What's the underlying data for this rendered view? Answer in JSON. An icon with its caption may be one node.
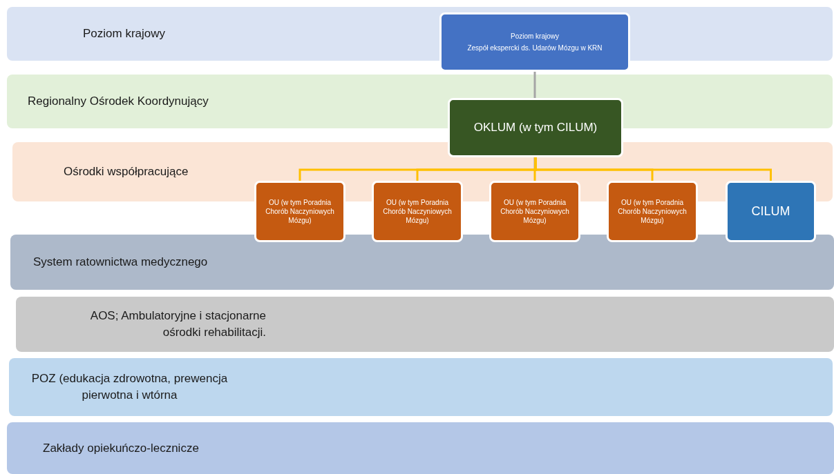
{
  "diagram": {
    "nodes": [
      {
        "text": [
          "Poziom krajowy",
          "Zespół ekspercki ds. Udarów Mózgu w KRN"
        ]
      },
      {
        "text": [
          "OKLUM (w tym CILUM)"
        ]
      },
      {
        "text": [
          "OU (w tym Poradnia Chorób Naczyniowych Mózgu)"
        ]
      },
      {
        "text": [
          "OU (w tym Poradnia Chorób Naczyniowych Mózgu)"
        ]
      },
      {
        "text": [
          "OU (w tym Poradnia Chorób Naczyniowych Mózgu)"
        ]
      },
      {
        "text": [
          "OU (w tym Poradnia Chorób Naczyniowych Mózgu)"
        ]
      },
      {
        "text": [
          "CILUM"
        ]
      }
    ],
    "edges": [
      {
        "from": 0,
        "to": 1,
        "arrow": "none",
        "color": "#a5a5a5"
      },
      {
        "from": 1,
        "to": 2,
        "arrow": "none"
      },
      {
        "from": 1,
        "to": 3,
        "arrow": "none"
      },
      {
        "from": 1,
        "to": 4,
        "arrow": "none"
      },
      {
        "from": 1,
        "to": 5,
        "arrow": "none"
      },
      {
        "from": 1,
        "to": 6,
        "arrow": "none"
      }
    ],
    "labels": [
      "Poziom krajowy",
      "Regionalny Ośrodek Koordynujący",
      "Ośrodki współpracujące",
      "System ratownictwa medycznego",
      "AOS; Ambulatoryjne i stacjonarne ośrodki rehabilitacji.",
      "POZ (edukacja zdrowotna, prewencja pierwotna i wtórna",
      "Zakłady opiekuńczo-lecznicze"
    ]
  }
}
